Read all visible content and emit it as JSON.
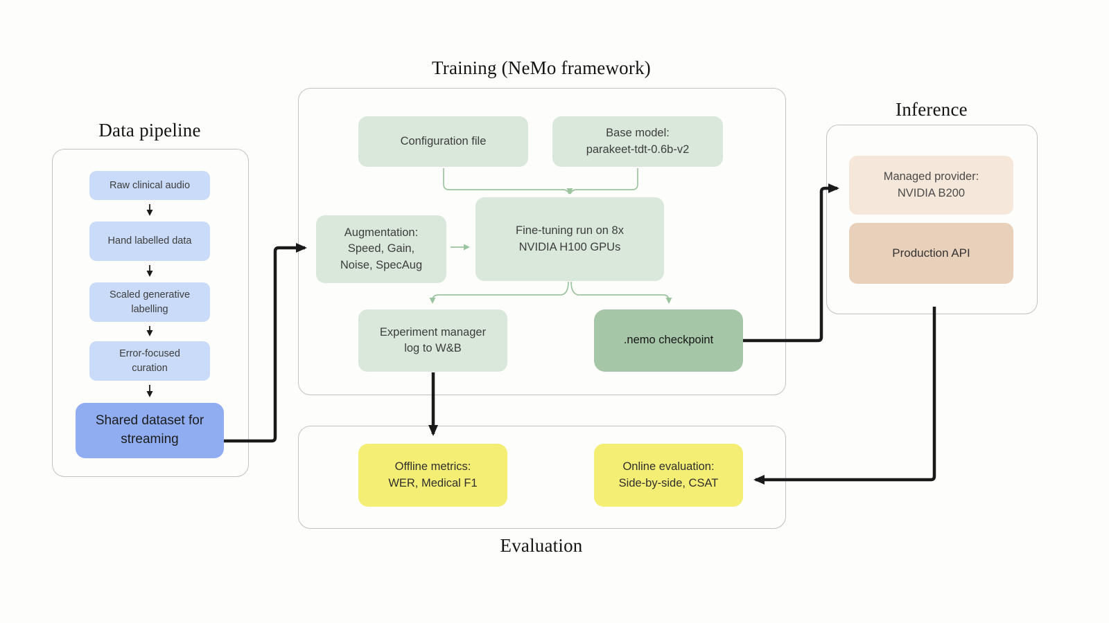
{
  "diagram": {
    "data_pipeline": {
      "title": "Data pipeline",
      "steps": [
        "Raw clinical audio",
        "Hand labelled data",
        "Scaled generative\nlabelling",
        "Error-focused\ncuration"
      ],
      "output": "Shared dataset for\nstreaming"
    },
    "training": {
      "title": "Training (NeMo framework)",
      "config": "Configuration file",
      "base_model": "Base model:\nparakeet-tdt-0.6b-v2",
      "augmentation": "Augmentation:\nSpeed, Gain,\nNoise, SpecAug",
      "finetune": "Fine-tuning run on 8x\nNVIDIA H100 GPUs",
      "experiment": "Experiment manager\nlog to W&B",
      "checkpoint": ".nemo checkpoint"
    },
    "inference": {
      "title": "Inference",
      "provider": "Managed provider:\nNVIDIA B200",
      "api": "Production API"
    },
    "evaluation": {
      "title": "Evaluation",
      "offline": "Offline metrics:\nWER, Medical F1",
      "online": "Online evaluation:\nSide-by-side, CSAT"
    }
  },
  "colors": {
    "page-bg": "#fdfdfb",
    "panel-border": "#c2c2c2",
    "ink": "#1a1a1a",
    "label": "#3d3d3d",
    "light-blue": "#c9dbf8",
    "blue": "#8fadf0",
    "light-green": "#d9e8db",
    "green": "#a6c6a8",
    "connector-green": "#9cc49f",
    "light-tan": "#f5e7d9",
    "tan": "#e8d0bb",
    "yellow": "#f5ee74"
  }
}
